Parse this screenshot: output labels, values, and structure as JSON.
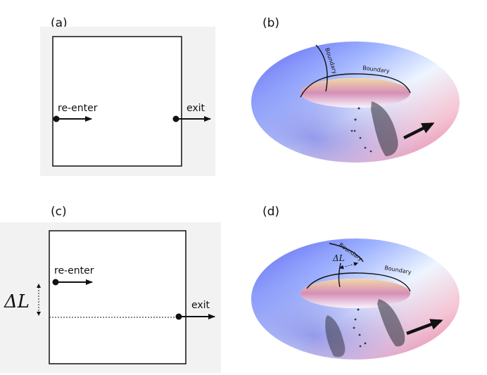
{
  "panels": {
    "a": {
      "label": "(a)",
      "reenter": "re-enter",
      "exit": "exit"
    },
    "b": {
      "label": "(b)",
      "boundary_1": "Boundary",
      "boundary_2": "Boundary"
    },
    "c": {
      "label": "(c)",
      "reenter": "re-enter",
      "exit": "exit",
      "delta_big": "ΔL"
    },
    "d": {
      "label": "(d)",
      "boundary_1": "Boundary",
      "boundary_2": "Boundary",
      "delta_small": "ΔL"
    }
  },
  "colors": {
    "panel_bg": "#f2f2f2",
    "torus_blue": "#5a63f0",
    "torus_light": "#eaf4ff",
    "torus_pink": "#f07fa0",
    "ink": "#111111"
  }
}
